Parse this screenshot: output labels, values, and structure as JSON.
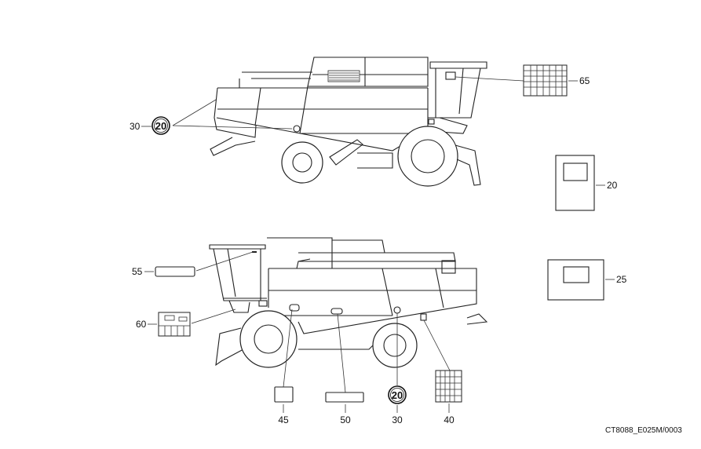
{
  "figure_id": "CT8088_E025M/0003",
  "sign_text": "20",
  "callouts": {
    "top_sign": "30",
    "top_table": "65",
    "manual_portrait": "20",
    "manual_landscape": "25",
    "cab_strip": "55",
    "cab_panel": "60",
    "small_decal": "45",
    "long_decal": "50",
    "bottom_sign": "30",
    "bottom_table": "40"
  }
}
